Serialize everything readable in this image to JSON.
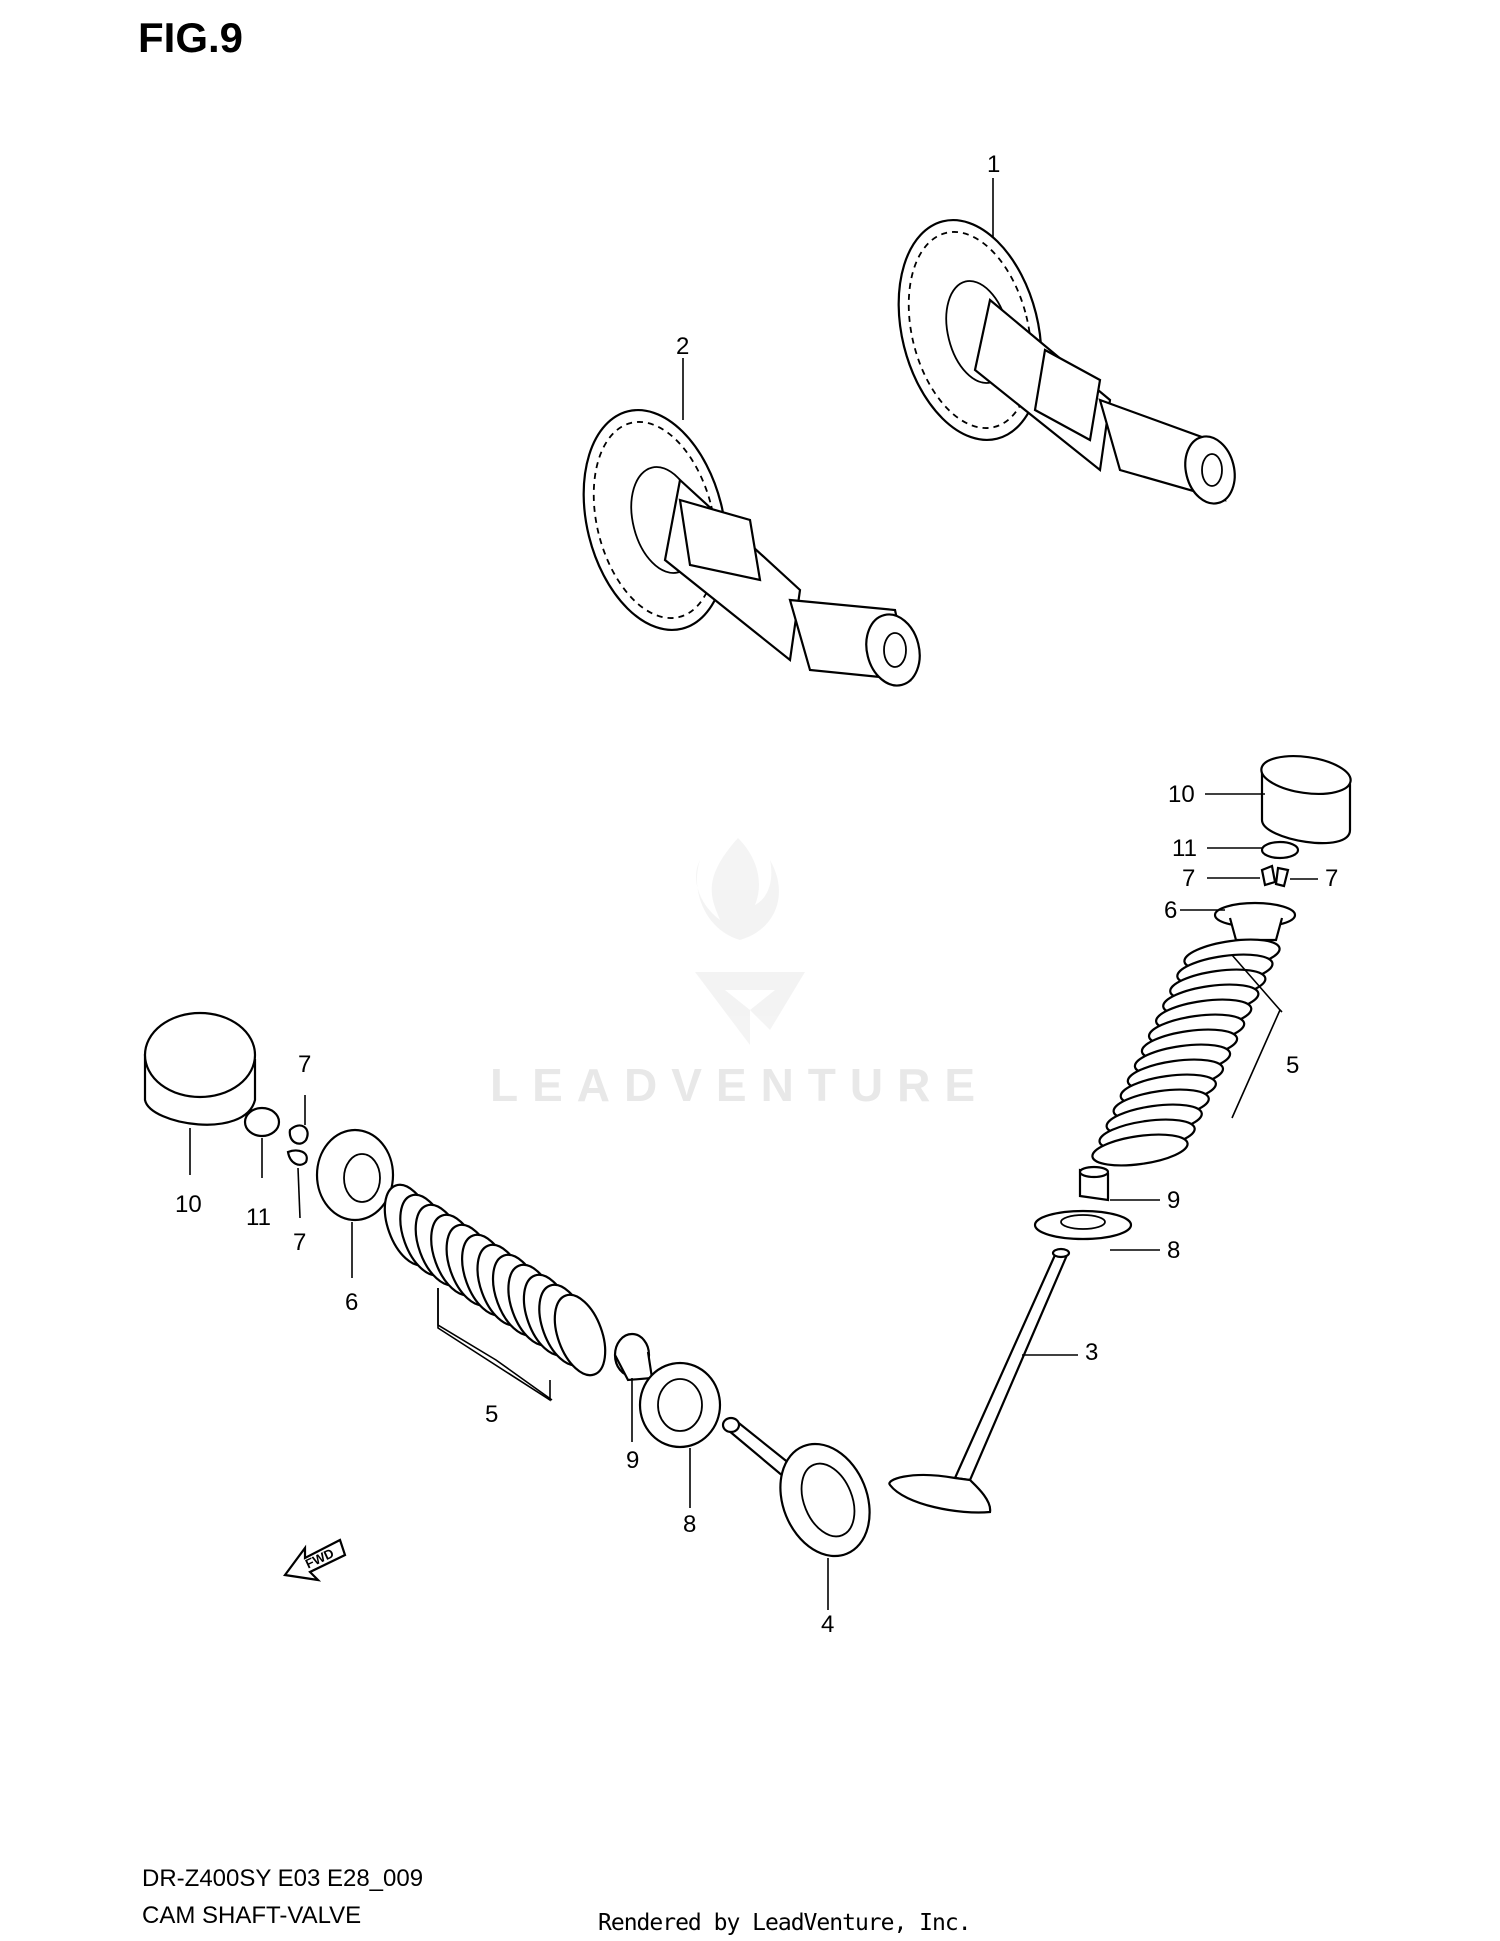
{
  "figure": {
    "title": "FIG.9",
    "model_code": "DR-Z400SY E03 E28_009",
    "caption": "CAM SHAFT-VALVE",
    "rendered_by": "Rendered by LeadVenture, Inc.",
    "watermark": "LEADVENTURE"
  },
  "fwd_label": "FWD",
  "callouts": {
    "c1": "1",
    "c2": "2",
    "c3": "3",
    "c4": "4",
    "c5_right": "5",
    "c5_left": "5",
    "c6_right": "6",
    "c6_left": "6",
    "c7_right_a": "7",
    "c7_right_b": "7",
    "c7_left_top": "7",
    "c7_left_bottom": "7",
    "c8_right": "8",
    "c8_left": "8",
    "c9_right": "9",
    "c9_left": "9",
    "c10_right": "10",
    "c10_left": "10",
    "c11_right": "11",
    "c11_left": "11"
  },
  "colors": {
    "line": "#000000",
    "watermark": "#e8e8e8",
    "background": "#ffffff"
  }
}
